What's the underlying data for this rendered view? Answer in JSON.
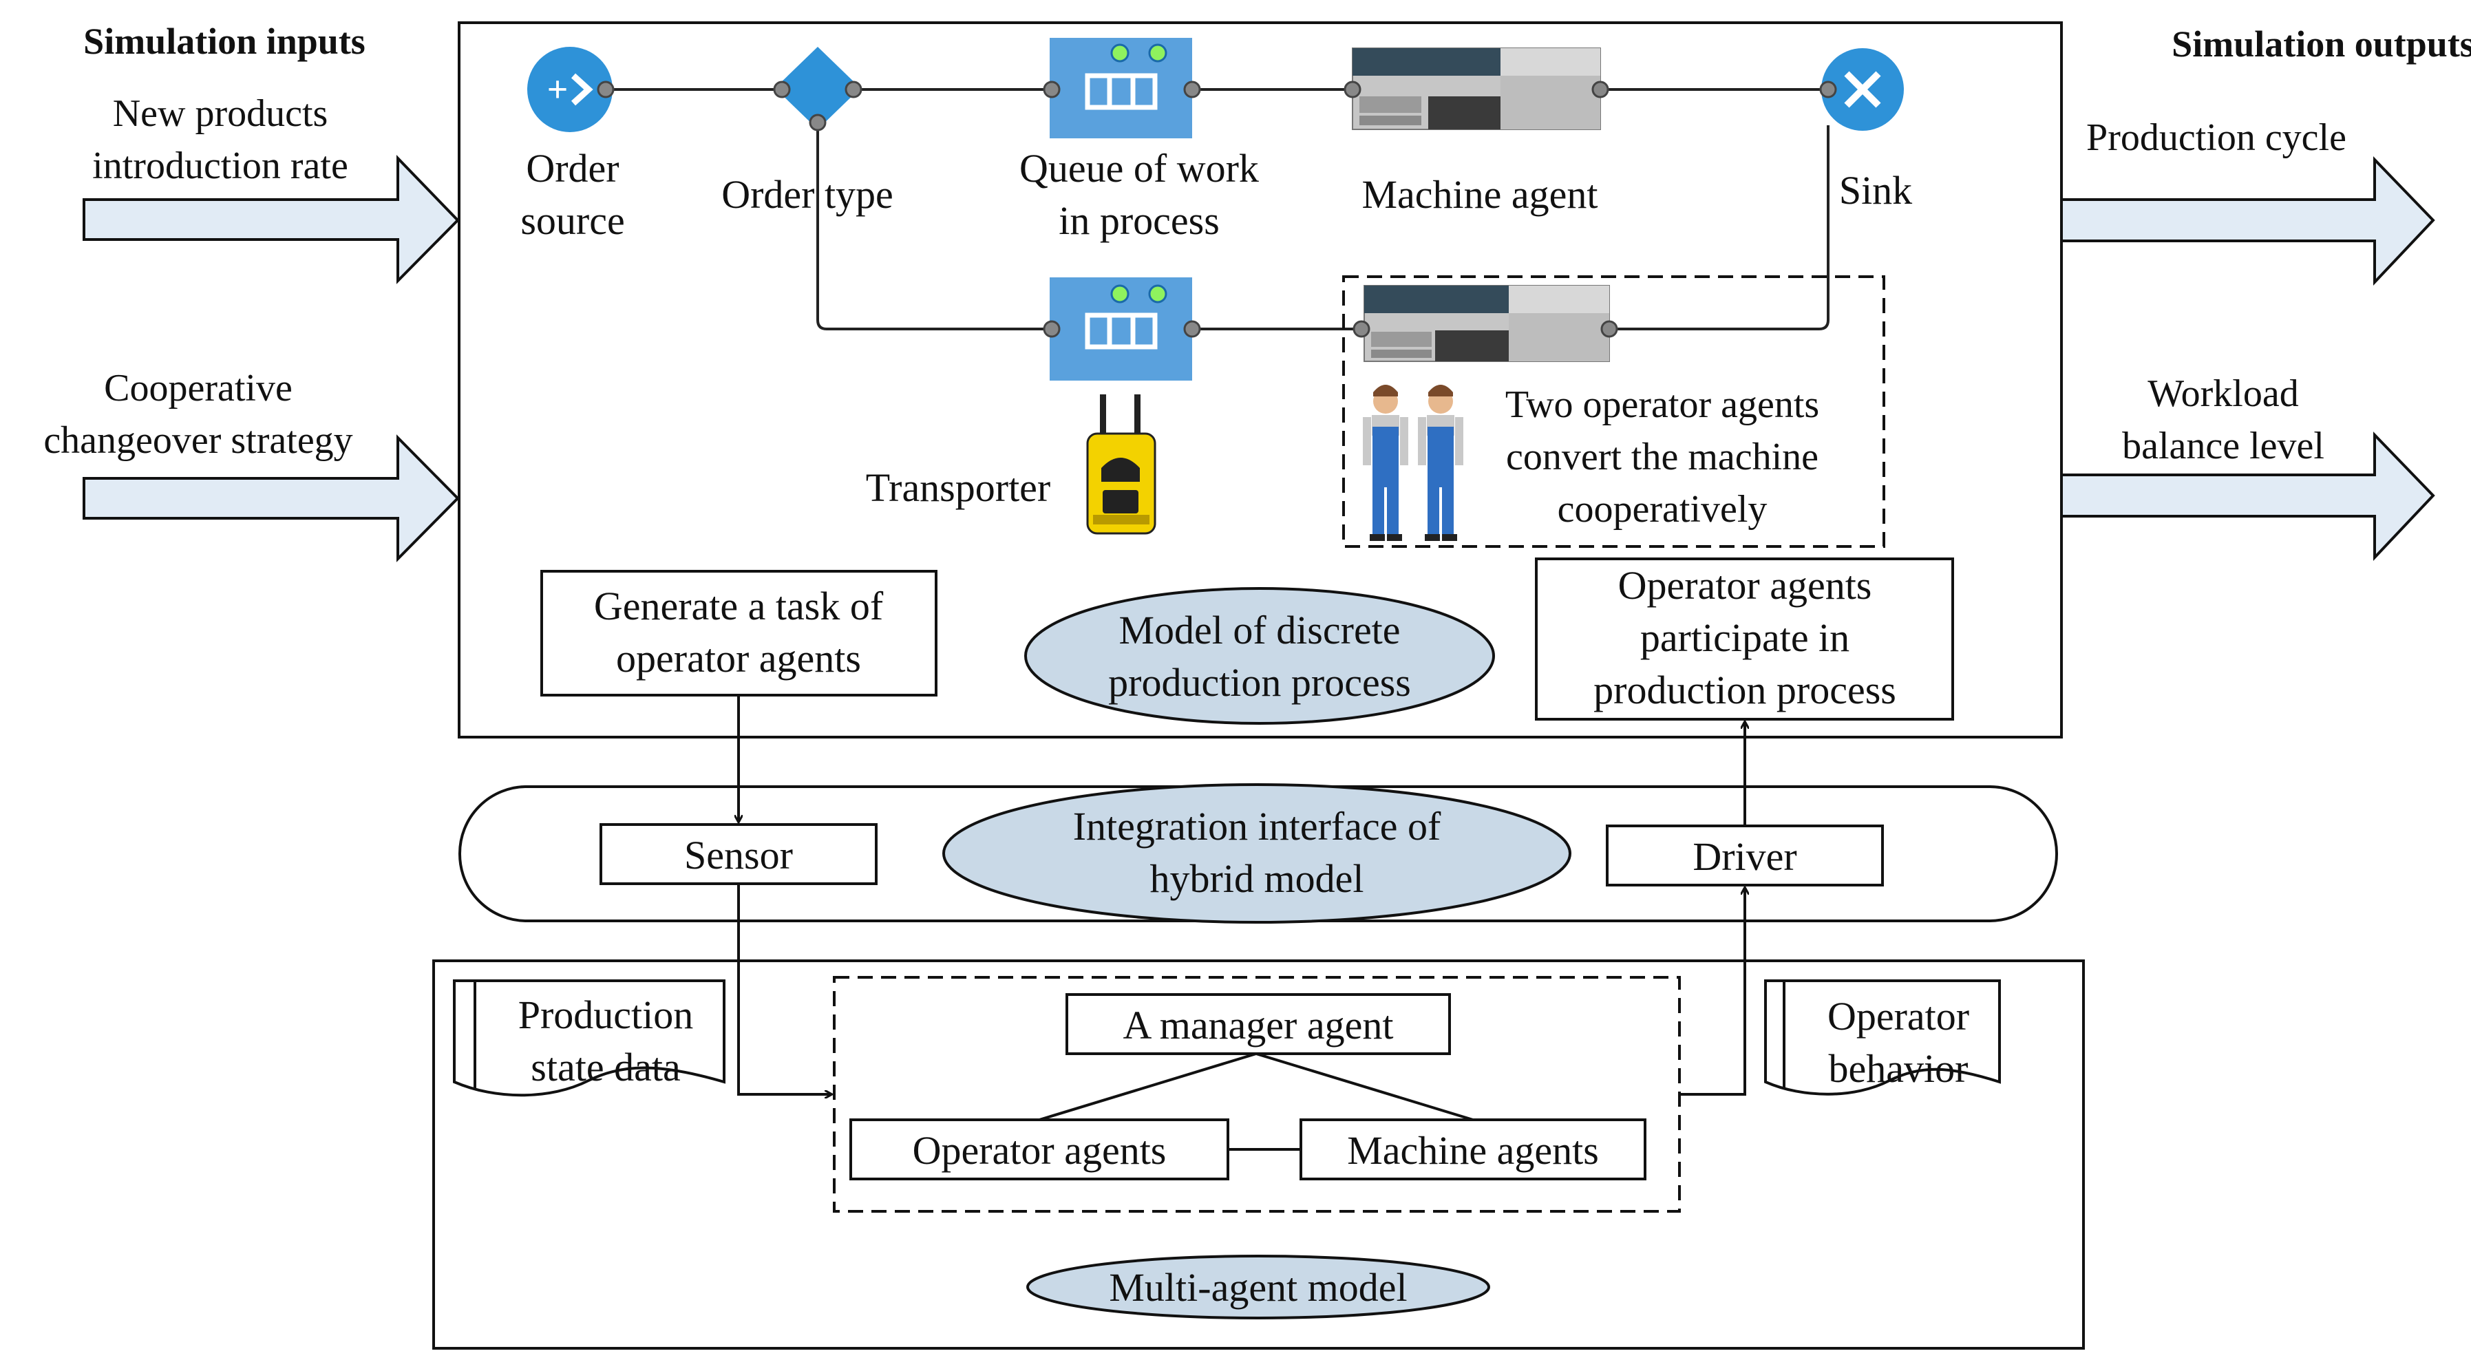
{
  "inputs": {
    "heading": "Simulation inputs",
    "input1": [
      "New products",
      "introduction rate"
    ],
    "input2": [
      "Cooperative",
      "changeover strategy"
    ]
  },
  "outputs": {
    "heading": "Simulation outputs",
    "output1": "Production cycle",
    "output2": [
      "Workload",
      "balance level"
    ]
  },
  "discrete": {
    "ellipse": [
      "Model of discrete",
      "production process"
    ],
    "order_source": [
      "Order",
      "source"
    ],
    "order_type": "Order type",
    "queue": [
      "Queue of work",
      "in process"
    ],
    "machine": "Machine agent",
    "sink": "Sink",
    "transporter": "Transporter",
    "cooperative_note": [
      "Two operator agents",
      "convert the machine",
      "cooperatively"
    ],
    "generate_task": [
      "Generate a task of",
      "operator agents"
    ],
    "participate": [
      "Operator agents",
      "participate in",
      "production process"
    ]
  },
  "interface": {
    "ellipse": [
      "Integration interface of",
      "hybrid model"
    ],
    "sensor": "Sensor",
    "driver": "Driver"
  },
  "multiagent": {
    "ellipse": "Multi-agent model",
    "production_state": [
      "Production",
      "state data"
    ],
    "operator_behavior": [
      "Operator",
      "behavior"
    ],
    "manager": "A manager agent",
    "operators": "Operator agents",
    "machines": "Machine agents"
  },
  "colors": {
    "ellipse_fill": "#c9d9e7",
    "arrow_fill": "#e1ebf5",
    "node_blue": "#2e92d8",
    "queue_blue": "#5aa1dd",
    "led_green": "#8ff25e",
    "machine_dark": "#344b5a",
    "forklift_yellow": "#f3d200"
  }
}
